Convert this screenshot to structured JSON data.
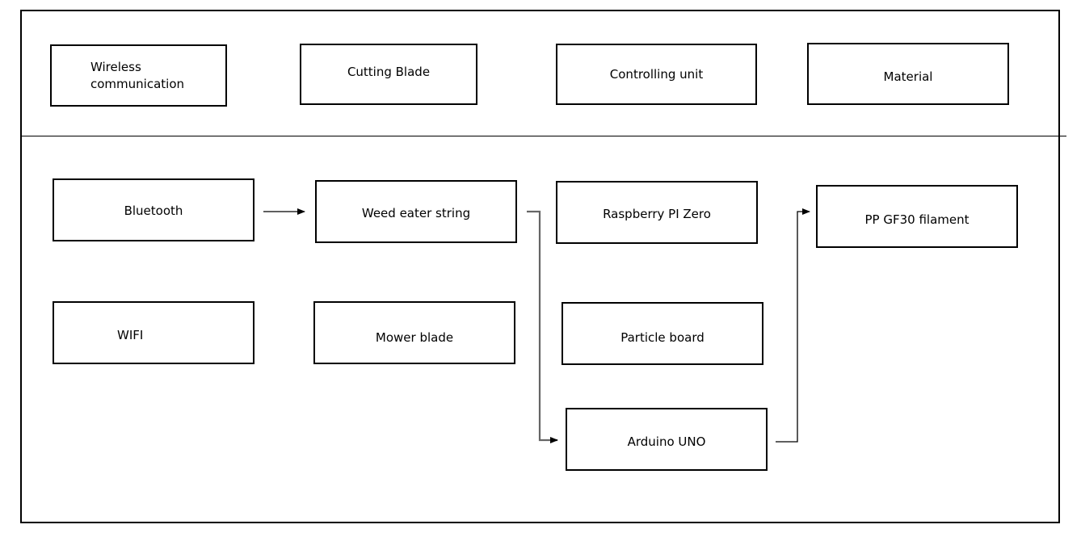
{
  "categories": [
    {
      "id": "wireless",
      "label": "Wireless\ncommunication"
    },
    {
      "id": "cutting-blade",
      "label": "Cutting Blade"
    },
    {
      "id": "controlling-unit",
      "label": "Controlling unit"
    },
    {
      "id": "material",
      "label": "Material"
    }
  ],
  "components": [
    {
      "id": "bluetooth",
      "label": "Bluetooth"
    },
    {
      "id": "weed-eater-string",
      "label": "Weed eater string"
    },
    {
      "id": "raspberry-pi-zero",
      "label": "Raspberry PI Zero"
    },
    {
      "id": "pp-gf30-filament",
      "label": "PP GF30 filament"
    },
    {
      "id": "wifi",
      "label": "WIFI"
    },
    {
      "id": "mower-blade",
      "label": "Mower blade"
    },
    {
      "id": "particle-board",
      "label": "Particle board"
    },
    {
      "id": "arduino-uno",
      "label": "Arduino UNO"
    }
  ],
  "edges": [
    {
      "from": "bluetooth",
      "to": "weed-eater-string"
    },
    {
      "from": "weed-eater-string",
      "to": "arduino-uno"
    },
    {
      "from": "arduino-uno",
      "to": "pp-gf30-filament"
    }
  ]
}
